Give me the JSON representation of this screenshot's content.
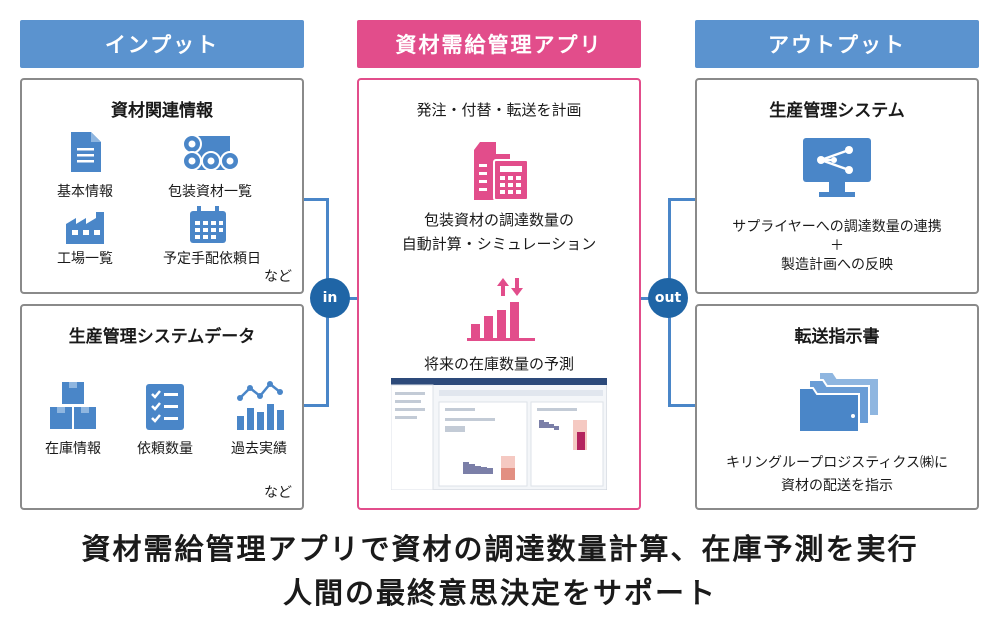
{
  "headers": {
    "input": "インプット",
    "center": "資材需給管理アプリ",
    "output": "アウトプット"
  },
  "input_box1": {
    "title": "資材関連情報",
    "items": [
      "基本情報",
      "包装資材一覧",
      "工場一覧",
      "予定手配依頼日"
    ],
    "etc": "など"
  },
  "input_box2": {
    "title": "生産管理システムデータ",
    "items": [
      "在庫情報",
      "依頼数量",
      "過去実績"
    ],
    "etc": "など"
  },
  "connectors": {
    "in": "in",
    "out": "out"
  },
  "center_box": {
    "line1": "発注・付替・転送を計画",
    "line2a": "包装資材の調達数量の",
    "line2b": "自動計算・シミュレーション",
    "line3": "将来の在庫数量の予測"
  },
  "output_box1": {
    "title": "生産管理システム",
    "line1": "サプライヤーへの調達数量の連携",
    "plus": "＋",
    "line2": "製造計画への反映"
  },
  "output_box2": {
    "title": "転送指示書",
    "line1": "キリングループロジスティクス㈱に",
    "line2": "資材の配送を指示"
  },
  "footer": {
    "line1": "資材需給管理アプリで資材の調達数量計算、在庫予測を実行",
    "line2": "人間の最終意思決定をサポート"
  },
  "colors": {
    "blue": "#5b93cf",
    "pink": "#e24d8b",
    "navy": "#1f65a6",
    "icon_blue": "#4a86c8"
  }
}
